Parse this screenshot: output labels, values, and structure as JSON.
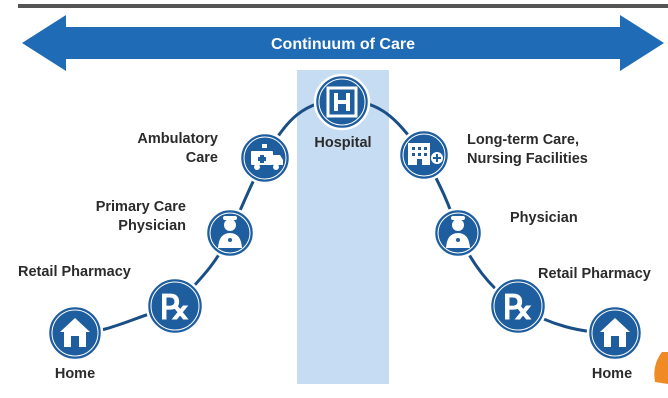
{
  "header": {
    "title": "Continuum of Care"
  },
  "colors": {
    "arrow": "#1f6bb5",
    "node": "#1f5e9e",
    "node_ring": "#ffffff",
    "curve": "#1a4f86",
    "highlight": "#c6dcf2",
    "top_rule": "#555555",
    "accent": "#f08a24"
  },
  "nodes": [
    {
      "id": "home-left",
      "icon": "home-icon",
      "label": "Home"
    },
    {
      "id": "pharmacy-left",
      "icon": "rx-icon",
      "label": "Retail Pharmacy"
    },
    {
      "id": "primary-care",
      "icon": "physician-icon",
      "label": "Primary Care\nPhysician"
    },
    {
      "id": "ambulatory",
      "icon": "ambulance-icon",
      "label": "Ambulatory\nCare"
    },
    {
      "id": "hospital",
      "icon": "hospital-icon",
      "label": "Hospital"
    },
    {
      "id": "long-term",
      "icon": "building-icon",
      "label": "Long-term Care,\nNursing Facilities"
    },
    {
      "id": "physician-right",
      "icon": "physician-icon",
      "label": "Physician"
    },
    {
      "id": "pharmacy-right",
      "icon": "rx-icon",
      "label": "Retail Pharmacy"
    },
    {
      "id": "home-right",
      "icon": "home-icon",
      "label": "Home"
    }
  ]
}
